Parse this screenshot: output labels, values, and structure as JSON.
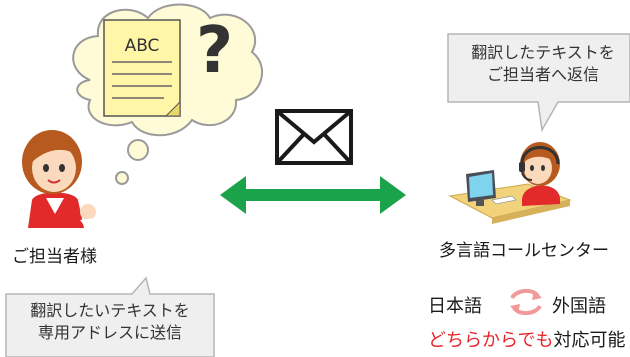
{
  "thought_bubble": {
    "doc_text": "ABC",
    "question_mark": "?"
  },
  "customer": {
    "label": "ご担当者様"
  },
  "customer_note": {
    "line1": "翻訳したいテキストを",
    "line2": "専用アドレスに送信"
  },
  "call_center": {
    "label": "多言語コールセンター"
  },
  "center_note": {
    "line1": "翻訳したテキストを",
    "line2": "ご担当者へ返信"
  },
  "languages": {
    "left": "日本語",
    "right": "外国語"
  },
  "availability": {
    "highlight": "どちらからでも",
    "rest": "対応可能"
  },
  "colors": {
    "arrow": "#1aa34a",
    "highlight": "#e8262a",
    "bubble_fill": "#fffbd6"
  }
}
